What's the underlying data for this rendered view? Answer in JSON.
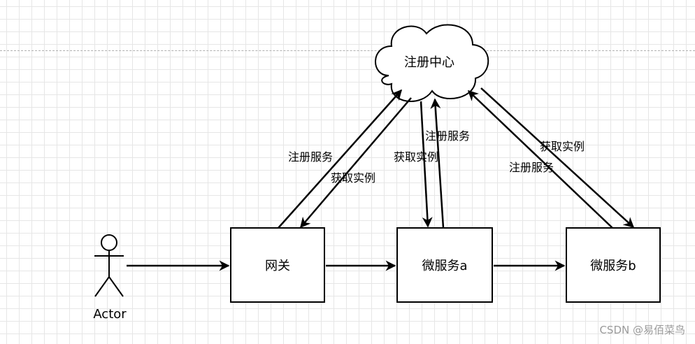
{
  "nodes": {
    "registry": "注册中心",
    "gateway": "网关",
    "service_a": "微服务a",
    "service_b": "微服务b",
    "actor": "Actor"
  },
  "edges": {
    "gateway_register": "注册服务",
    "gateway_fetch": "获取实例",
    "a_fetch": "获取实例",
    "a_register": "注册服务",
    "b_fetch": "获取实例",
    "b_register": "注册服务"
  },
  "watermark": "CSDN @易佰菜鸟"
}
